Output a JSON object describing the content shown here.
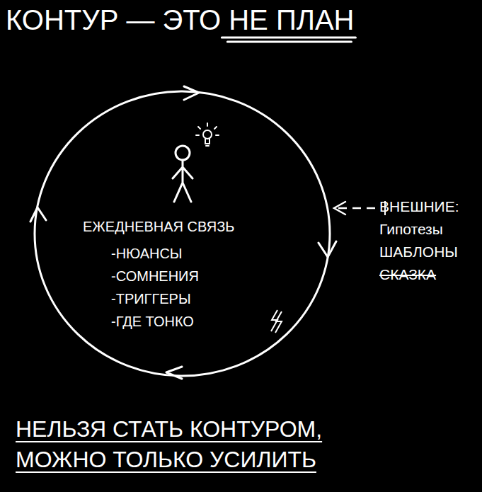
{
  "diagram": {
    "title": "КОНТУР — ЭТО НЕ ПЛАН",
    "caption": "НЕЛЬЗЯ СТАТЬ КОНТУРОМ, МОЖНО ТОЛЬКО УСИЛИТЬ",
    "nodes": [
      {
        "text": [
          "ЕЖЕДНЕВНАЯ СВЯЗЬ",
          "-НЮАНСЫ",
          "-СОМНЕНИЯ",
          "-ТРИГГЕРЫ",
          "-ГДЕ ТОНКО"
        ]
      },
      {
        "text": [
          "ВНЕШНИЕ:",
          "Гипотезы",
          "ШАБЛОНЫ",
          "СКАЗКА"
        ]
      }
    ],
    "edges": [
      {
        "from": 1,
        "to": 0,
        "arrow": "to"
      }
    ]
  }
}
